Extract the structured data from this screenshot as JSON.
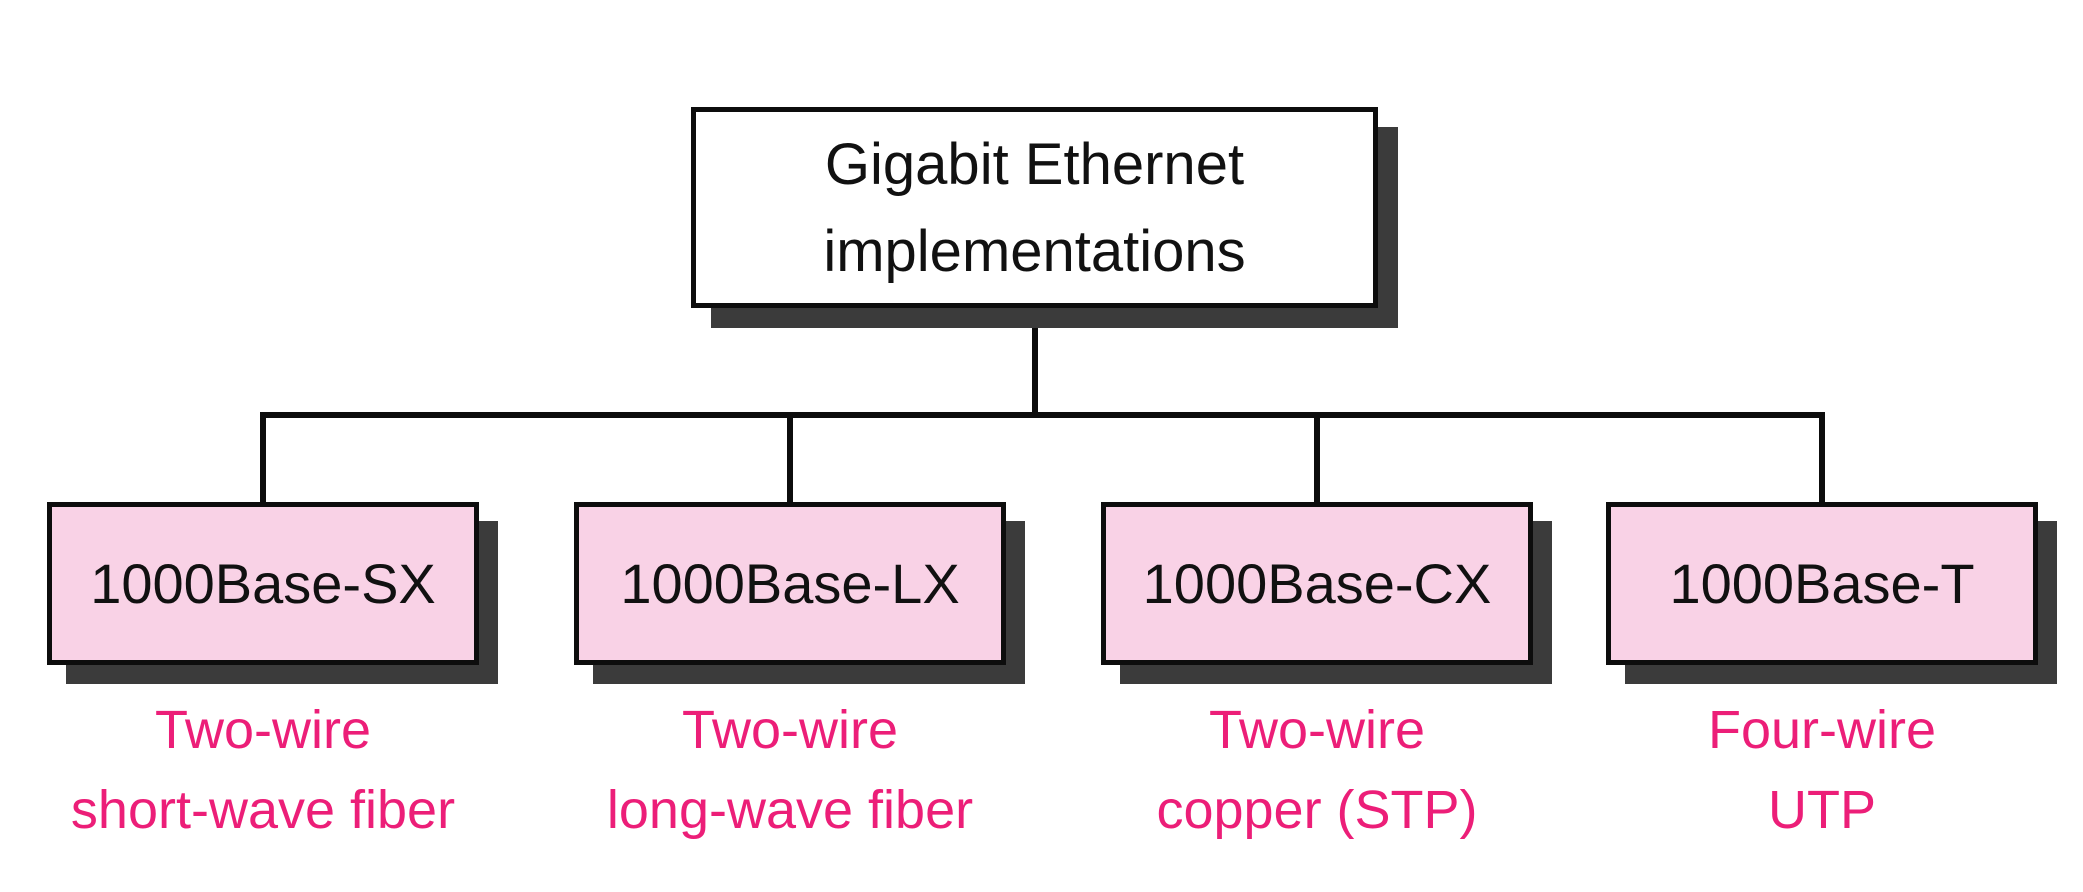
{
  "diagram": {
    "title": "Gigabit Ethernet\nimplementations",
    "children": [
      {
        "label": "1000Base-SX",
        "caption": "Two-wire\nshort-wave fiber"
      },
      {
        "label": "1000Base-LX",
        "caption": "Two-wire\nlong-wave fiber"
      },
      {
        "label": "1000Base-CX",
        "caption": "Two-wire\ncopper (STP)"
      },
      {
        "label": "1000Base-T",
        "caption": "Four-wire\nUTP"
      }
    ],
    "colors": {
      "root_box_fill": "#FFFFFF",
      "child_box_fill": "#F9D2E6",
      "box_border": "#0D0D0D",
      "drop_shadow": "#3B3B3B",
      "caption_text": "#EC1E78",
      "label_text": "#111111",
      "connector_line": "#0D0D0D"
    }
  }
}
